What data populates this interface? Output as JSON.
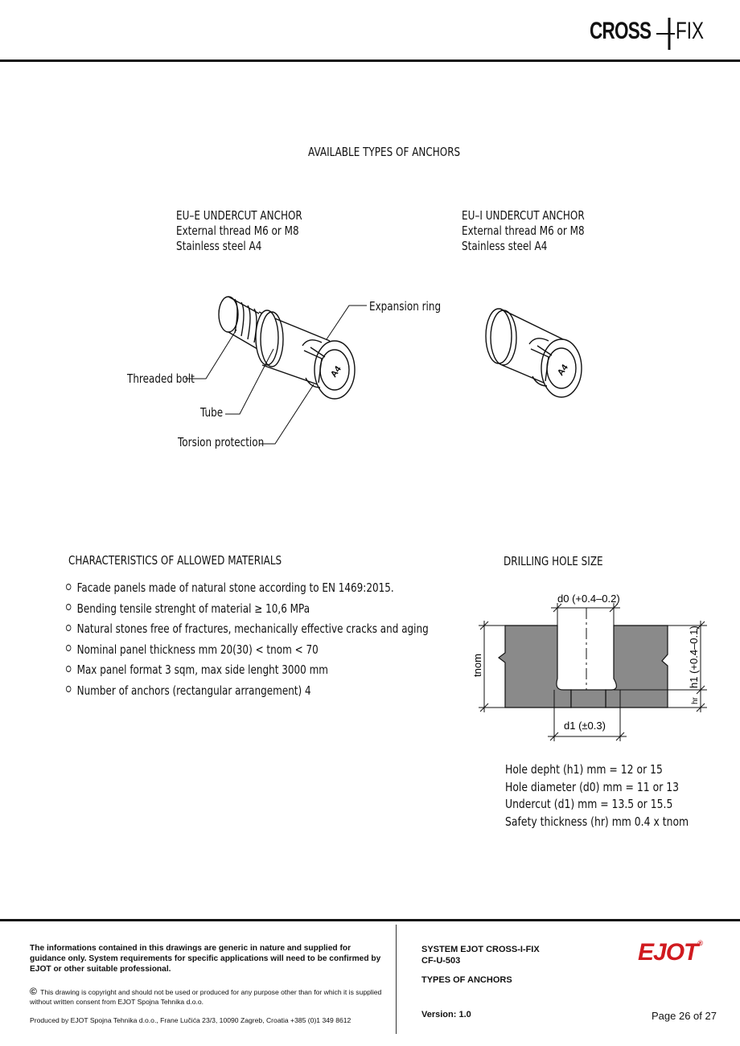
{
  "header": {
    "logo_word1": "CROSS",
    "logo_word2": "FIX",
    "logo_color": "#111111"
  },
  "title": "AVAILABLE TYPES OF ANCHORS",
  "anchors": [
    {
      "name": "EU–E UNDERCUT ANCHOR",
      "thread": "External thread M6 or M8",
      "material": "Stainless steel A4"
    },
    {
      "name": "EU–I UNDERCUT ANCHOR",
      "thread": "External thread M6 or M8",
      "material": "Stainless steel A4"
    }
  ],
  "callouts": {
    "expansion_ring": "Expansion ring",
    "threaded_bolt": "Threaded bolt",
    "tube": "Tube",
    "torsion_protection": "Torsion protection",
    "anchor_marking": "A4"
  },
  "characteristics": {
    "title": "CHARACTERISTICS OF ALLOWED MATERIALS",
    "items": [
      "Facade panels made of natural stone according to EN 1469:2015.",
      "Bending tensile strenght of material ≥ 10,6 MPa",
      "Natural stones free of fractures, mechanically effective cracks and aging",
      "Nominal panel thickness mm 20(30) < tnom < 70",
      "Max panel format 3 sqm, max side lenght 3000 mm",
      "Number of anchors (rectangular arrangement) 4"
    ]
  },
  "drilling": {
    "title": "DRILLING HOLE SIZE",
    "labels": {
      "d0": "d0 (+0.4–0.2)",
      "d1": "d1 (±0.3)",
      "h1": "h1 (+0.4–0.1)",
      "hr": "hr",
      "tnom": "tnom"
    },
    "panel_color": "#8a8a8a",
    "specs": [
      "Hole depht (h1) mm = 12 or 15",
      "Hole diameter (d0) mm = 11 or 13",
      "Undercut (d1) mm = 13.5 or 15.5",
      "Safety thickness (hr) mm 0.4 x tnom"
    ]
  },
  "footer": {
    "disclaimer": "The informations contained in this drawings are generic in nature and supplied for guidance only. System requirements for specific applications will need to be confirmed by EJOT or other suitable professional.",
    "copyright_symbol": "©",
    "copyright": "This drawing is copyright and should not be used or produced for any purpose other than for which it is supplied without written consent from EJOT Spojna Tehnika d.o.o.",
    "produced_by": "Produced by EJOT Spojna Tehnika d.o.o., Frane Lučića 23/3, 10090 Zagreb, Croatia +385 (0)1 349 8612",
    "system": "SYSTEM EJOT CROSS-I-FIX",
    "code": "CF-U-503",
    "doc_type": "TYPES OF ANCHORS",
    "version": "Version: 1.0",
    "page": "Page 26 of 27",
    "brand": "EJOT",
    "brand_mark": "®",
    "brand_color": "#d01a1f"
  }
}
